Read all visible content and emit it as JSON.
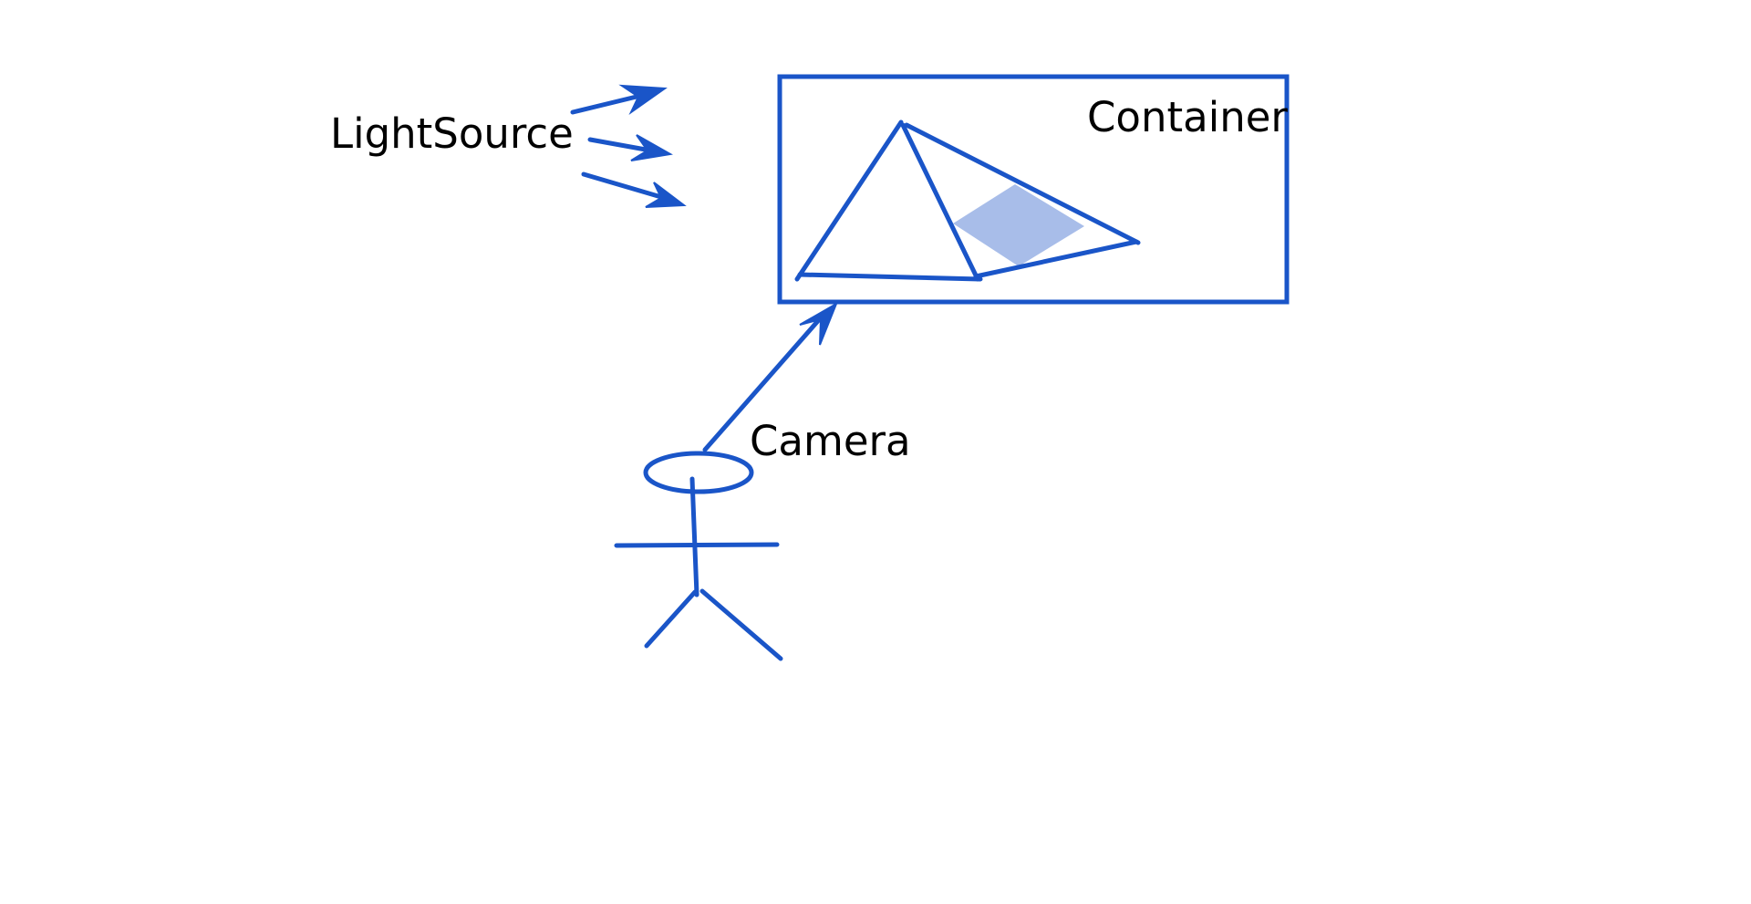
{
  "labels": {
    "light_source": "LightSource",
    "container": "Container",
    "camera": "Camera"
  },
  "colors": {
    "stroke": "#1a55c8",
    "fill": "#a8bde9",
    "background": "#ffffff",
    "text": "#000000"
  }
}
